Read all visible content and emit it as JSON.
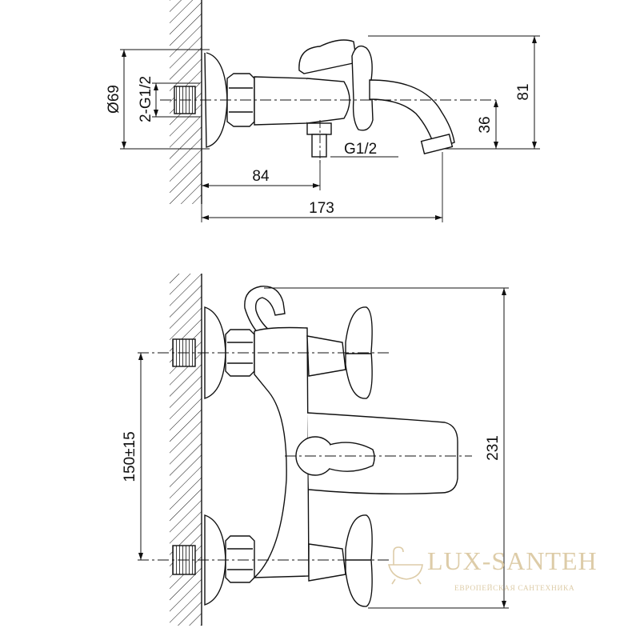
{
  "top_view": {
    "dim_diameter": "Ø69",
    "dim_inlet_thread": "2-G1/2",
    "dim_outlet_thread": "G1/2",
    "dim_wall_to_outlet": "84",
    "dim_total_length": "173",
    "dim_spout_height": "36",
    "dim_total_height": "81"
  },
  "front_view": {
    "dim_center_distance": "150±15",
    "dim_total_height": "231"
  },
  "watermark": {
    "brand": "LUX-SANTEH",
    "tagline": "ЕВРОПЕЙСКАЯ САНТЕХНИКА"
  },
  "colors": {
    "line": "#111111",
    "watermark": "#d8c49a"
  }
}
